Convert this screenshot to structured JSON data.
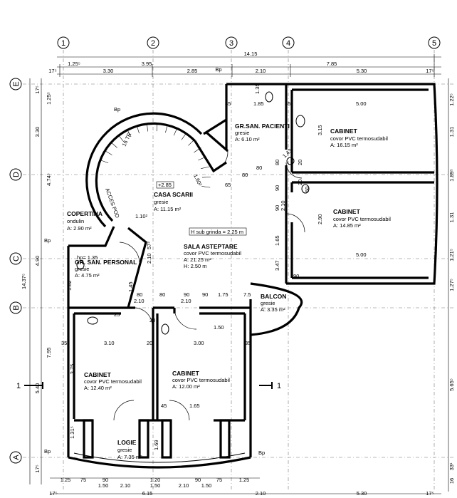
{
  "grid": {
    "columns": [
      "1",
      "2",
      "3",
      "4",
      "5"
    ],
    "rows": [
      "E",
      "D",
      "C",
      "B",
      "A"
    ]
  },
  "dims_top": {
    "overall": "14.15",
    "row1": [
      "1.25⁵",
      "3.95",
      "7.85"
    ],
    "row2": [
      "17⁵",
      "3.30",
      "2.85",
      "Bp",
      "2.10",
      "5.30",
      "17⁵"
    ]
  },
  "dims_left": {
    "overall": "14.37⁵",
    "parts": [
      "17⁵",
      "1.25⁵",
      "3.30",
      "4.74⁵",
      "4.90",
      "7.95",
      "5.40",
      "3.75",
      "1.31⁵",
      "17⁵"
    ]
  },
  "dims_right": {
    "parts": [
      "1.22⁵",
      "1.31",
      "1.89⁵",
      "1.31",
      "1.21⁵",
      "1.27⁵",
      "5.65⁵",
      "33¹",
      "16"
    ]
  },
  "dims_bottom": {
    "row1": [
      "1.25",
      "75",
      "90",
      "1.20",
      "90",
      "75",
      "1.25"
    ],
    "row2": [
      "1.50",
      "2.10",
      "1.50",
      "2.10",
      "1.50"
    ],
    "row3": [
      "17⁵",
      "6.15",
      "2.10",
      "5.30",
      "17⁵"
    ]
  },
  "rooms": {
    "gr_san_pacienti": {
      "name": "GR.SAN. PACIENTI",
      "finish": "gresie",
      "area": "A: 6.10 m²"
    },
    "cabinet_1": {
      "name": "CABINET",
      "finish": "covor PVC termosudabil",
      "area": "A: 16.15 m²"
    },
    "cabinet_2": {
      "name": "CABINET",
      "finish": "covor PVC termosudabil",
      "area": "A: 14.85 m²"
    },
    "casa_scarii": {
      "name": "CASA SCARII",
      "finish": "gresie",
      "area": "A: 11.15 m²"
    },
    "copertina": {
      "name": "COPERTINA",
      "finish": "ondulin",
      "area": "A: 2.90 m²"
    },
    "gr_san_personal": {
      "name": "GR. SAN. PERSONAL",
      "finish": "gresie",
      "area": "A: 4.75 m²"
    },
    "sala_asteptare": {
      "name": "SALA ASTEPTARE",
      "finish": "covor PVC termosudabil",
      "area": "A: 21.25 m²",
      "height": "H: 2.50 m"
    },
    "balcon": {
      "name": "BALCON",
      "finish": "gresie",
      "area": "A: 3.35 m²"
    },
    "cabinet_3": {
      "name": "CABINET",
      "finish": "covor PVC termosudabil",
      "area": "A: 12.40 m²"
    },
    "cabinet_4": {
      "name": "CABINET",
      "finish": "covor PVC termosudabil",
      "area": "A: 12.00 m²"
    },
    "logie": {
      "name": "LOGIE",
      "finish": "gresie",
      "area": "A: 7.35 m²"
    }
  },
  "notes": {
    "beam": "H sub grinda = 2.25 m",
    "level": "+2.85",
    "stair_up": "16 TR",
    "stair_down": "ACCES POD",
    "section": "1",
    "bp": "Bp",
    "hp": "hp= 1.35"
  },
  "inner_dims": [
    "1.85",
    "35",
    "35",
    "5.00",
    "5.00",
    "3.15",
    "2.90",
    "80",
    "80",
    "1.43",
    "65",
    "90",
    "2.10",
    "1.65",
    "90",
    "90",
    "3.47",
    "80",
    "60",
    "20",
    "20",
    "1.10²",
    "57²",
    "2.10",
    "1.45",
    "80",
    "80",
    "90",
    "90",
    "1.75",
    "7.5",
    "2.10",
    "2.10",
    "25",
    "1.50",
    "35",
    "3.10",
    "20",
    "3.00",
    "35",
    "45",
    "1.65",
    "1.69",
    "1.60²",
    "1.35",
    "1.82",
    "20"
  ]
}
